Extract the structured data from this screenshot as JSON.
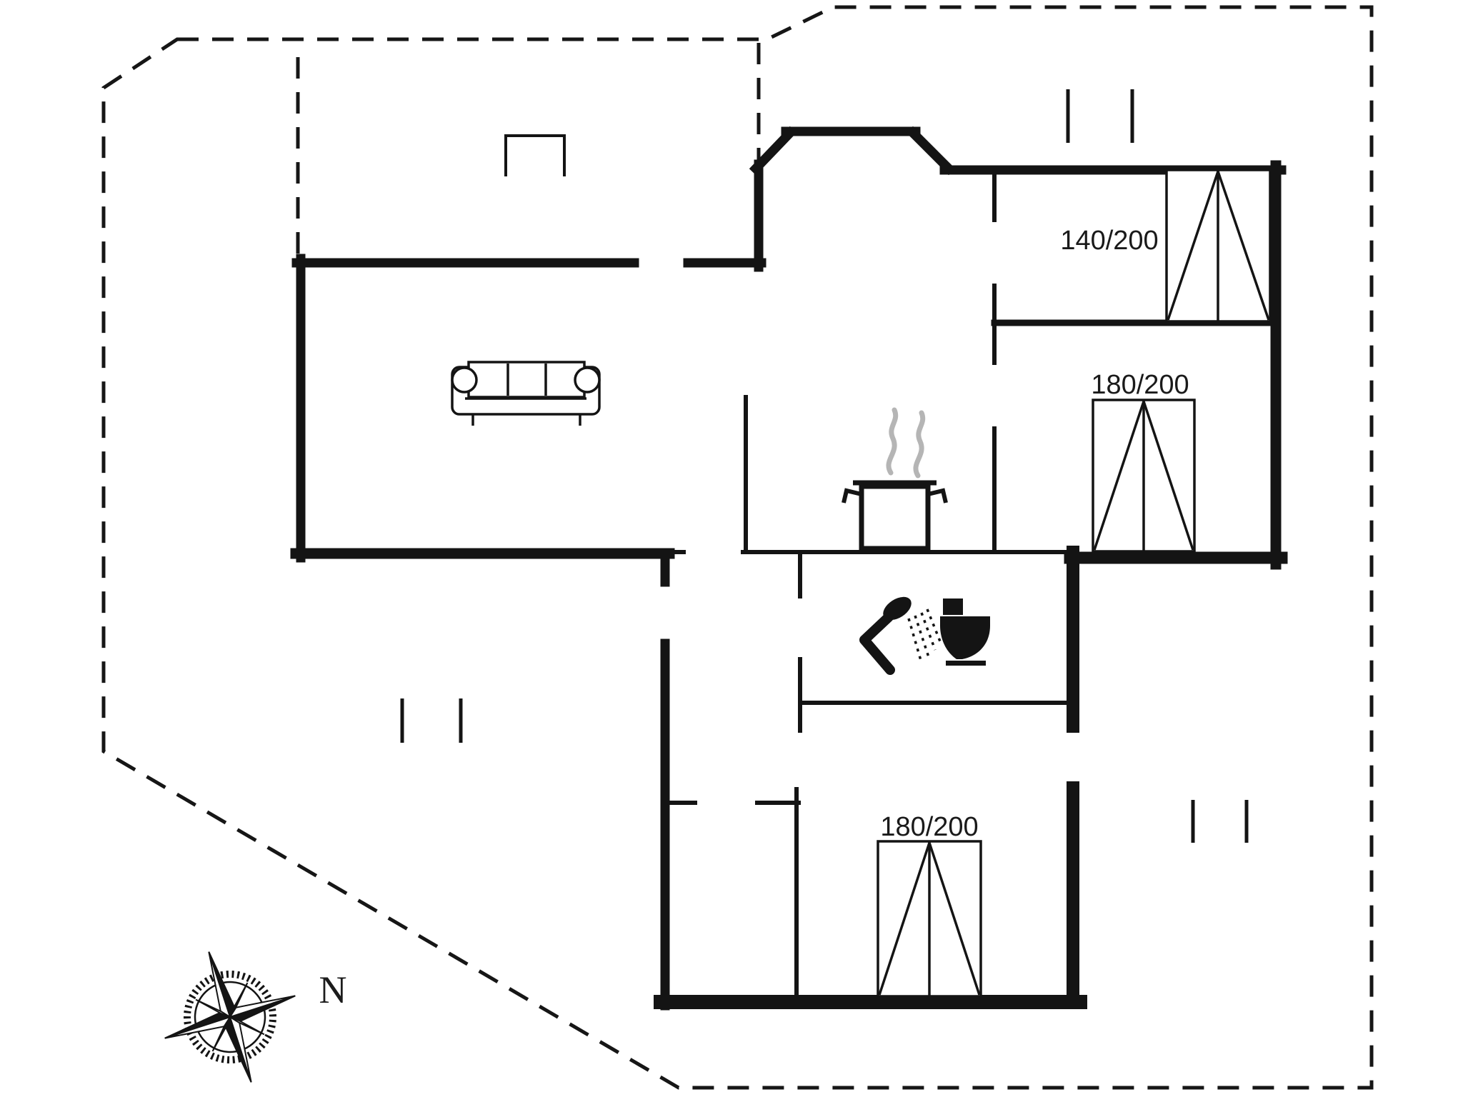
{
  "canvas": {
    "background": "#ffffff",
    "ink": "#141414",
    "steam_color": "#b5b5b5"
  },
  "labels": {
    "bedroom1_bed": "140/200",
    "bedroom2_bed": "180/200",
    "bedroom3_bed": "180/200",
    "compass_north": "N"
  },
  "icons": [
    {
      "name": "sofa-icon"
    },
    {
      "name": "cooking-pot-icon"
    },
    {
      "name": "steam-icon"
    },
    {
      "name": "shower-icon"
    },
    {
      "name": "toilet-icon"
    },
    {
      "name": "compass-rose-icon"
    }
  ]
}
